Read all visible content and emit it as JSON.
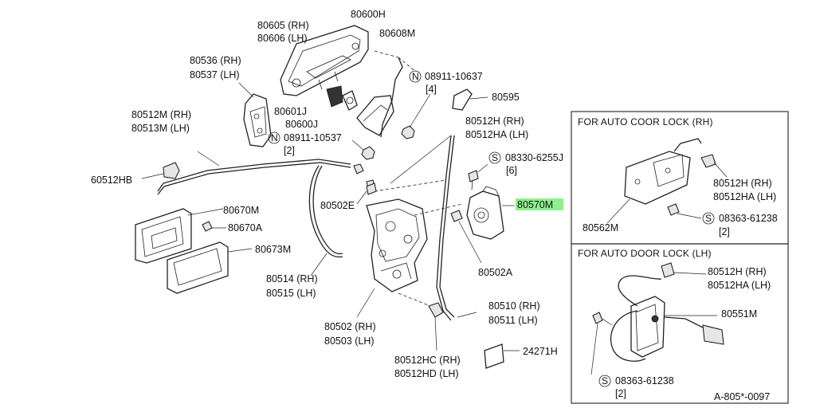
{
  "diagram": {
    "labels": {
      "l80605": "80605 (RH)",
      "l80606": "80606 (LH)",
      "l80600H": "80600H",
      "l80608M": "80608M",
      "l80536": "80536 (RH)",
      "l80537": "80537 (LH)",
      "l08911a": "08911-10637",
      "l08911a_q": "[4]",
      "l80595": "80595",
      "l80601J": "80601J",
      "l80512M": "80512M (RH)",
      "l80513M": "80513M (LH)",
      "l80600J": "80600J",
      "l08911b": "08911-10537",
      "l08911b_q": "[2]",
      "l80512H": "80512H (RH)",
      "l80512HA": "80512HA (LH)",
      "l08330": "08330-6255J",
      "l08330_q": "[6]",
      "l80512HB": "60512HB",
      "l80502E": "80502E",
      "l80570M": "80570M",
      "l80670M": "80670M",
      "l80670A": "80670A",
      "l80673M": "80673M",
      "l80514": "80514 (RH)",
      "l80515": "80515 (LH)",
      "l80502A": "80502A",
      "l80502": "80502 (RH)",
      "l80503": "80503 (LH)",
      "l80510": "80510 (RH)",
      "l80511": "80511 (LH)",
      "l80512HC": "80512HC (RH)",
      "l80512HD": "80512HD (LH)",
      "l24271H": "24271H",
      "symN": "N",
      "symS": "S"
    },
    "box_rh": {
      "title": "FOR AUTO COOR LOCK (RH)",
      "l80512H": "80512H (RH)",
      "l80512HA": "80512HA (LH)",
      "l80562M": "80562M",
      "l08363": "08363-61238",
      "l08363_q": "[2]"
    },
    "box_lh": {
      "title": "FOR AUTO DOOR LOCK (LH)",
      "l80512H": "80512H (RH)",
      "l80512HA": "80512HA (LH)",
      "l80551M": "80551M",
      "l08363": "08363-61238",
      "l08363_q": "[2]",
      "code": "A-805*-0097"
    },
    "highlight_color": "#8ef08e"
  }
}
